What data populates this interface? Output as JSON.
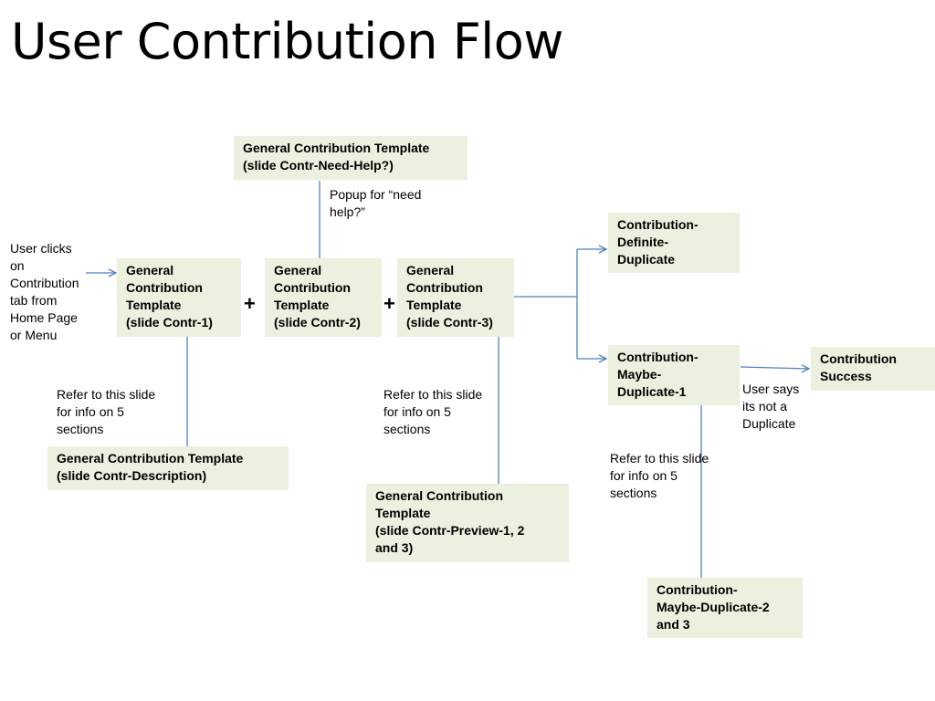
{
  "title": "User Contribution Flow",
  "accent_color": "#4f81bd",
  "box_color": "#ebf1de",
  "boxes": {
    "need_help": "General Contribution Template\n(slide Contr-Need-Help?)",
    "contr1": "General\nContribution\nTemplate\n(slide Contr-1)",
    "contr2": "General\nContribution\nTemplate\n(slide Contr-2)",
    "contr3": "General\nContribution\nTemplate\n(slide Contr-3)",
    "definite_duplicate": "Contribution-\nDefinite-\nDuplicate",
    "maybe_duplicate_1": "Contribution-\nMaybe-\nDuplicate-1",
    "success": "Contribution\nSuccess",
    "description": "General Contribution Template\n(slide Contr-Description)",
    "preview": "General Contribution\nTemplate\n(slide Contr-Preview-1, 2\nand 3)",
    "maybe_duplicate_23": "Contribution-\nMaybe-Duplicate-2\nand 3"
  },
  "notes": {
    "user_clicks": "User clicks\non\nContribution\ntab from\nHome Page\nor Menu",
    "popup": "Popup for “need\nhelp?”",
    "refer_left": "Refer to this slide\nfor info on 5\nsections",
    "refer_mid": "Refer to this slide\nfor info on 5\nsections",
    "refer_right": "Refer to this slide\nfor info on 5\nsections",
    "user_says": "User says\nits not a\nDuplicate"
  },
  "plus_sign": "+"
}
